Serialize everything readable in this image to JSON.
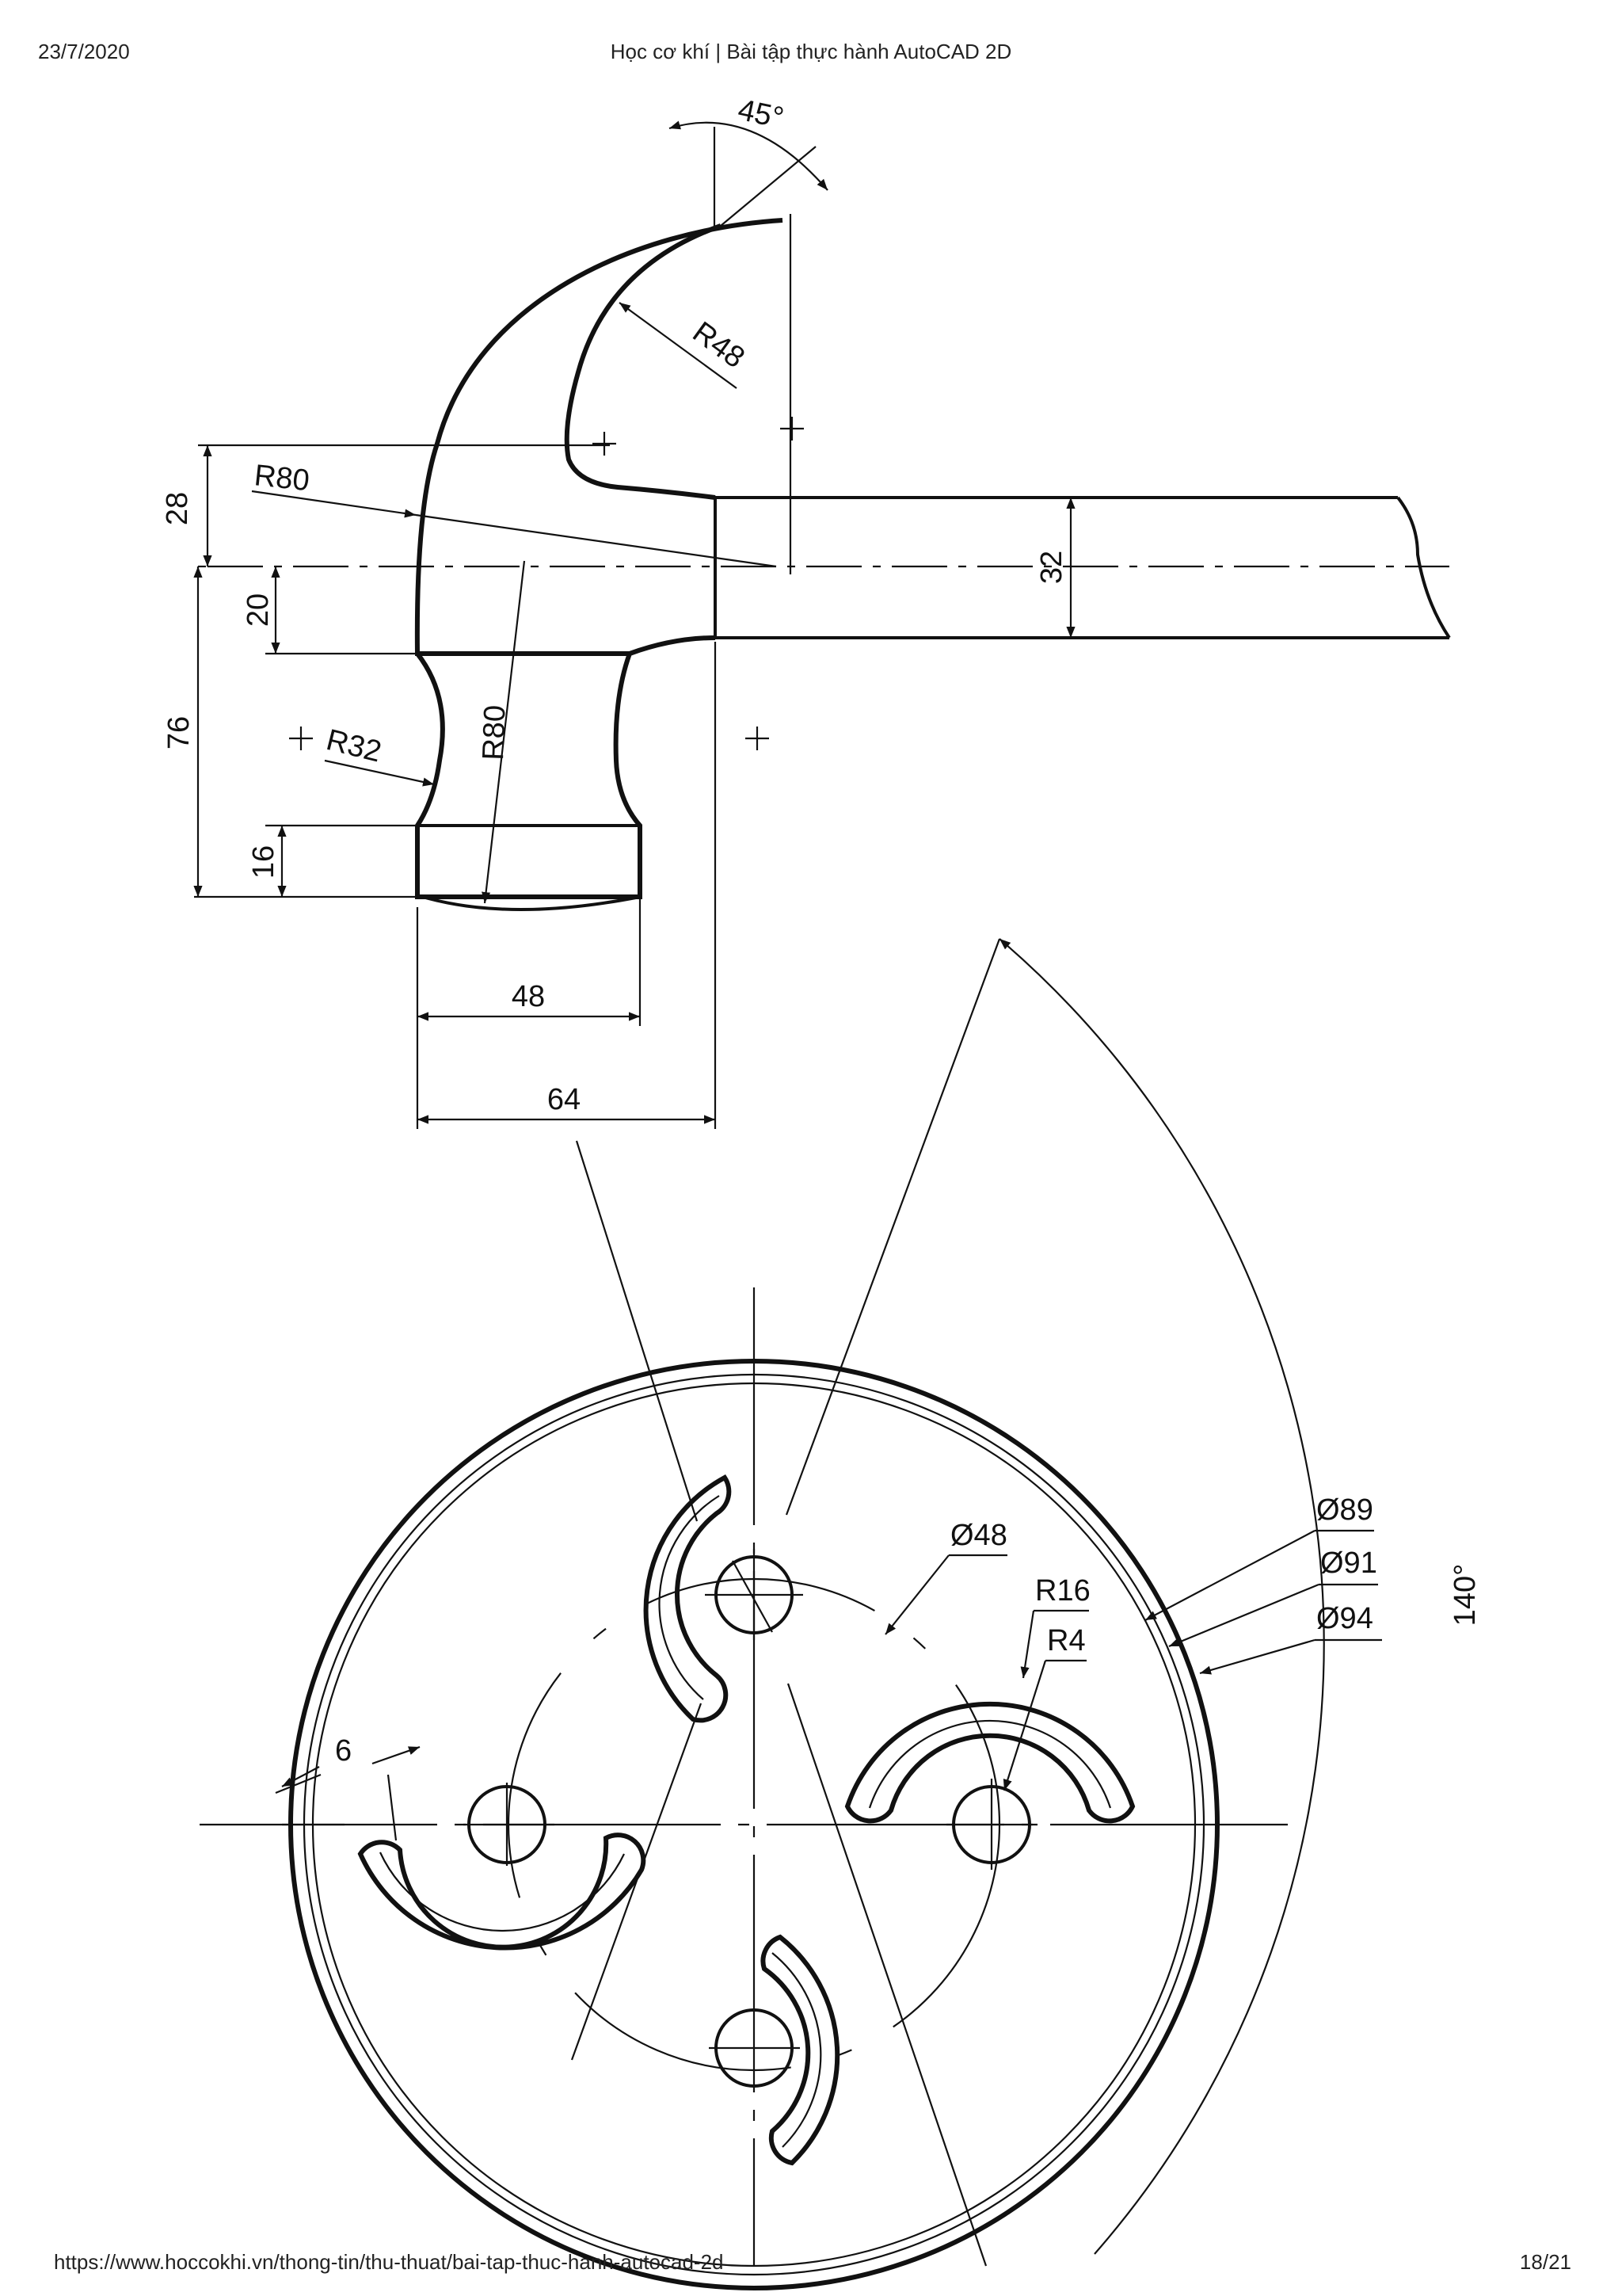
{
  "header": {
    "date": "23/7/2020",
    "title": "Học cơ khí | Bài tập thực hành AutoCAD 2D"
  },
  "footer": {
    "url": "https://www.hoccokhi.vn/thong-tin/thu-thuat/bai-tap-thuc-hanh-autocad-2d",
    "page": "18/21"
  },
  "hammer": {
    "dim_angle": "45°",
    "dim_r48": "R48",
    "dim_r80_top": "R80",
    "dim_28": "28",
    "dim_20": "20",
    "dim_32": "32",
    "dim_76": "76",
    "dim_r32": "R32",
    "dim_r80_neck": "R80",
    "dim_16": "16",
    "dim_48": "48",
    "dim_64": "64"
  },
  "disc": {
    "dim_d48": "Ø48",
    "dim_d89": "Ø89",
    "dim_d91": "Ø91",
    "dim_d94": "Ø94",
    "dim_r16": "R16",
    "dim_r4": "R4",
    "dim_6": "6",
    "dim_140": "140°"
  }
}
